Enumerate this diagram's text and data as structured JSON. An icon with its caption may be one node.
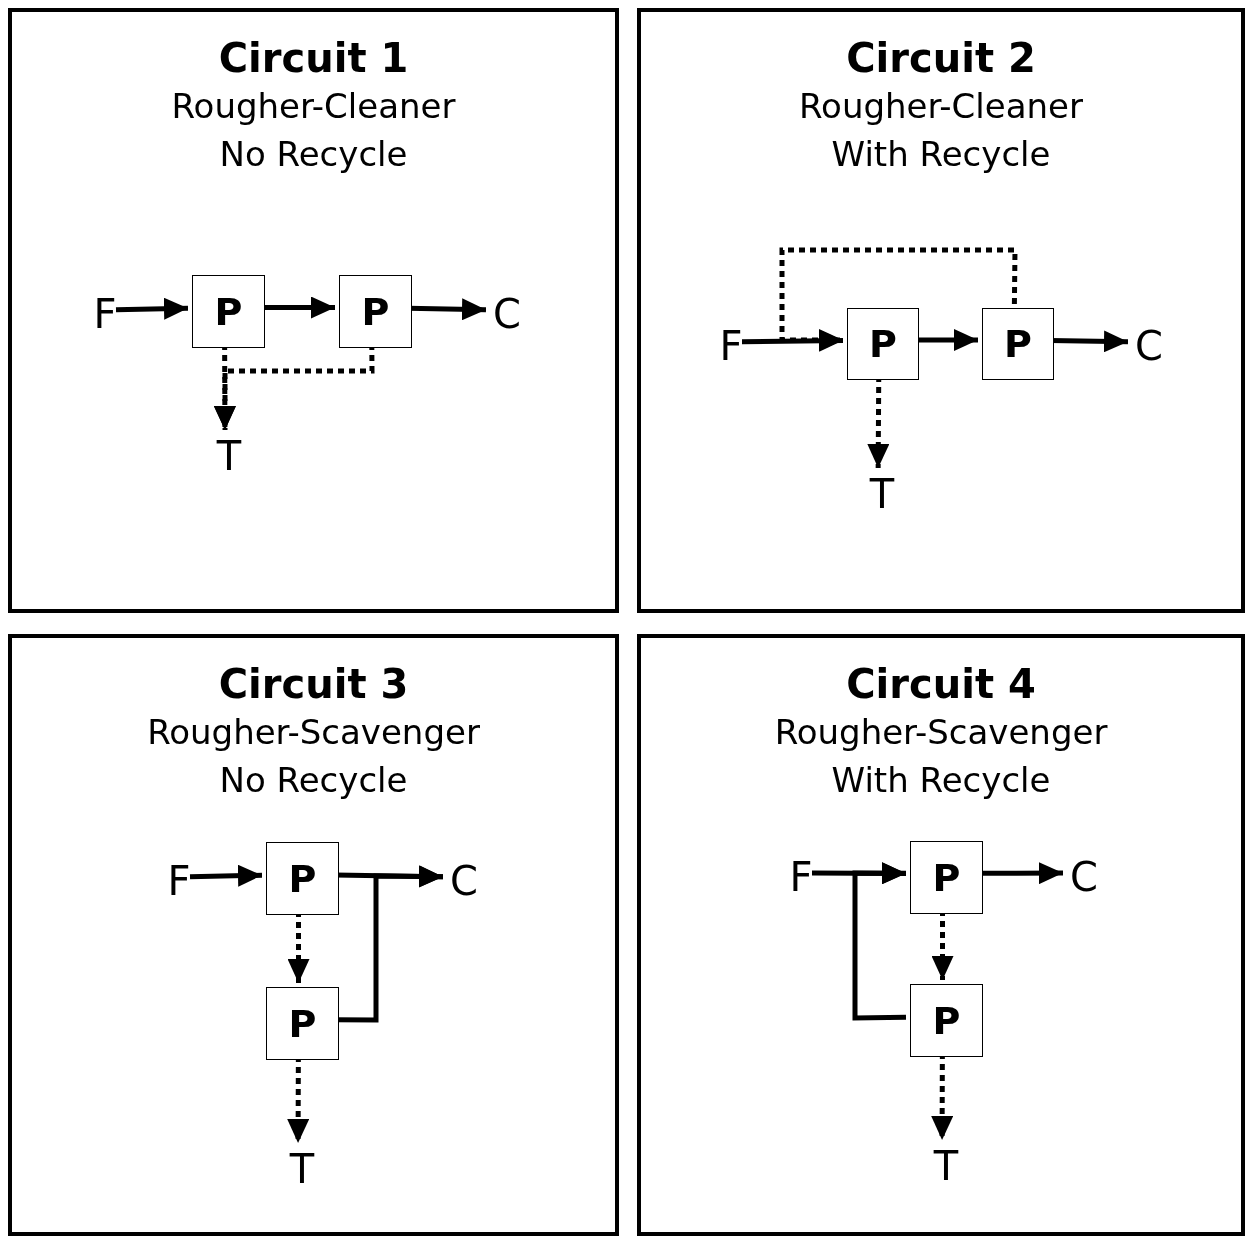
{
  "diagram": {
    "nodes": [
      {
        "text": [
          "Circuit 1",
          "Rougher-Cleaner",
          "No Recycle"
        ]
      },
      {
        "text": [
          "F"
        ],
        "in": 0
      },
      {
        "text": [
          "P"
        ],
        "in": 0
      },
      {
        "text": [
          "P"
        ],
        "in": 0
      },
      {
        "text": [
          "C"
        ],
        "in": 0
      },
      {
        "text": [
          "T"
        ],
        "in": 0
      },
      {
        "text": [
          "Circuit 2",
          "Rougher-Cleaner",
          "With Recycle"
        ]
      },
      {
        "text": [
          "F"
        ],
        "in": 6
      },
      {
        "text": [
          "P"
        ],
        "in": 6
      },
      {
        "text": [
          "P"
        ],
        "in": 6
      },
      {
        "text": [
          "C"
        ],
        "in": 6
      },
      {
        "text": [
          "T"
        ],
        "in": 6
      },
      {
        "text": [
          "Circuit 3",
          "Rougher-Scavenger",
          "No Recycle"
        ]
      },
      {
        "text": [
          "F"
        ],
        "in": 12
      },
      {
        "text": [
          "P"
        ],
        "in": 12
      },
      {
        "text": [
          "C"
        ],
        "in": 12
      },
      {
        "text": [
          "P"
        ],
        "in": 12
      },
      {
        "text": [
          "T"
        ],
        "in": 12
      },
      {
        "text": [
          "Circuit 4",
          "Rougher-Scavenger",
          "With Recycle"
        ]
      },
      {
        "text": [
          "F"
        ],
        "in": 18
      },
      {
        "text": [
          "P"
        ],
        "in": 18
      },
      {
        "text": [
          "C"
        ],
        "in": 18
      },
      {
        "text": [
          "P"
        ],
        "in": 18
      },
      {
        "text": [
          "T"
        ],
        "in": 18
      }
    ],
    "edges": [
      {
        "from": 1,
        "to": 2,
        "arrow": "to"
      },
      {
        "from": 2,
        "to": 3,
        "arrow": "to"
      },
      {
        "from": 3,
        "to": 4,
        "arrow": "to"
      },
      {
        "from": 2,
        "to": 5,
        "arrow": "to",
        "style": "dashed"
      },
      {
        "from": 3,
        "to": 5,
        "arrow": "to",
        "style": "dashed"
      },
      {
        "from": 7,
        "to": 8,
        "arrow": "to"
      },
      {
        "from": 8,
        "to": 9,
        "arrow": "to"
      },
      {
        "from": 9,
        "to": 10,
        "arrow": "to"
      },
      {
        "from": 8,
        "to": 11,
        "arrow": "to",
        "style": "dashed"
      },
      {
        "from": 9,
        "to": 8,
        "arrow": "to",
        "style": "dashed"
      },
      {
        "from": 13,
        "to": 14,
        "arrow": "to"
      },
      {
        "from": 14,
        "to": 15,
        "arrow": "to"
      },
      {
        "from": 14,
        "to": 16,
        "arrow": "to",
        "style": "dashed"
      },
      {
        "from": 16,
        "to": 15,
        "arrow": "to"
      },
      {
        "from": 16,
        "to": 17,
        "arrow": "to",
        "style": "dashed"
      },
      {
        "from": 19,
        "to": 20,
        "arrow": "to"
      },
      {
        "from": 20,
        "to": 21,
        "arrow": "to"
      },
      {
        "from": 20,
        "to": 22,
        "arrow": "to",
        "style": "dashed"
      },
      {
        "from": 22,
        "to": 20,
        "arrow": "to"
      },
      {
        "from": 22,
        "to": 23,
        "arrow": "to",
        "style": "dashed"
      }
    ]
  }
}
